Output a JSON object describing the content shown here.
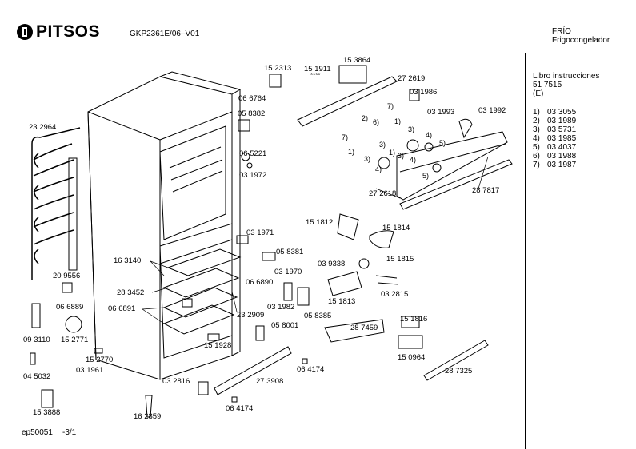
{
  "header": {
    "brand": "PITSOS",
    "model": "GKP2361E/06–V01",
    "category_line1": "FRÍO",
    "category_line2": "Frigocongelador"
  },
  "side_panel": {
    "manual_title": "Libro  instrucciones",
    "manual_number": "51 7515",
    "manual_lang": "(E)",
    "items": [
      {
        "n": "1)",
        "code": "03 3055"
      },
      {
        "n": "2)",
        "code": "03 1989"
      },
      {
        "n": "3)",
        "code": "03 5731"
      },
      {
        "n": "4)",
        "code": "03 1985"
      },
      {
        "n": "5)",
        "code": "03 4037"
      },
      {
        "n": "6)",
        "code": "03 1988"
      },
      {
        "n": "7)",
        "code": "03 1987"
      }
    ]
  },
  "labels": {
    "p152313": "15 2313",
    "p151911": "15 1911",
    "p151911_mark": "****",
    "p153864": "15 3864",
    "p272619": "27 2619",
    "p031986": "03 1986",
    "p066764": "06 6764",
    "p058382": "05 8382",
    "p065221": "06 5221",
    "p031972": "03 1972",
    "p031993": "03 1993",
    "p031992": "03 1992",
    "p232964": "23 2964",
    "p272618": "27 2618",
    "p287817": "28 7817",
    "p151812": "15 1812",
    "p151814": "15 1814",
    "p031971": "03 1971",
    "p058381": "05 8381",
    "p163140": "16 3140",
    "p031970": "03 1970",
    "p039338": "03 9338",
    "p151815": "15 1815",
    "p209556": "20 9556",
    "p066890": "06 6890",
    "p283452": "28 3452",
    "p066889": "06 6889",
    "p066891": "06 6891",
    "p031982": "03 1982",
    "p058385": "05 8385",
    "p151813": "15 1813",
    "p032815": "03 2815",
    "p232909": "23 2909",
    "p093110": "09 3110",
    "p152771": "15 2771",
    "p058001": "05 8001",
    "p287459": "28 7459",
    "p151816": "15 1816",
    "p151928": "15 1928",
    "p152770": "15 2770",
    "p031961": "03 1961",
    "p150964": "15 0964",
    "p045032": "04 5032",
    "p064174a": "06 4174",
    "p287325": "28 7325",
    "p273908": "27 3908",
    "p032816": "03 2816",
    "p153888": "15 3888",
    "p064174b": "06 4174",
    "p162859": "16 2859"
  },
  "refs": {
    "r1a": "1)",
    "r1b": "1)",
    "r1c": "1)",
    "r2": "2)",
    "r3a": "3)",
    "r3b": "3)",
    "r3c": "3)",
    "r3d": "3)",
    "r4a": "4)",
    "r4b": "4)",
    "r4c": "4)",
    "r5a": "5)",
    "r5b": "5)",
    "r6": "6)",
    "r7a": "7)",
    "r7b": "7)"
  },
  "footer": {
    "code": "ep50051",
    "page": "-3/1"
  }
}
